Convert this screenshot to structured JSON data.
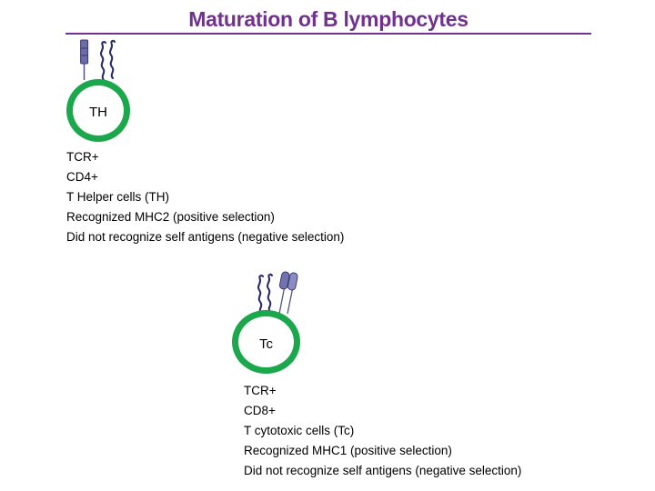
{
  "slide": {
    "title": "Maturation of B lymphocytes",
    "background_color": "#ffffff",
    "title_color": "#70318F",
    "cell_membrane_color": "#1BA84C",
    "receptor_color": "#2B2B6B",
    "marker_color": "#7272B0"
  },
  "cells": [
    {
      "id": "th-cell",
      "label": "TH",
      "receptor_icons": [
        "cd4-marker-icon",
        "tcr-receptor-icon"
      ],
      "info_lines": [
        "TCR+",
        "CD4+",
        "T Helper cells (TH)",
        "Recognized MHC2 (positive selection)",
        "Did not recognize self antigens (negative selection)"
      ]
    },
    {
      "id": "tc-cell",
      "label": "Tc",
      "receptor_icons": [
        "tcr-receptor-icon",
        "cd8-marker-icon"
      ],
      "info_lines": [
        "TCR+",
        "CD8+",
        "T cytotoxic cells (Tc)",
        "Recognized MHC1 (positive selection)",
        "Did not recognize self antigens (negative selection)"
      ]
    }
  ]
}
